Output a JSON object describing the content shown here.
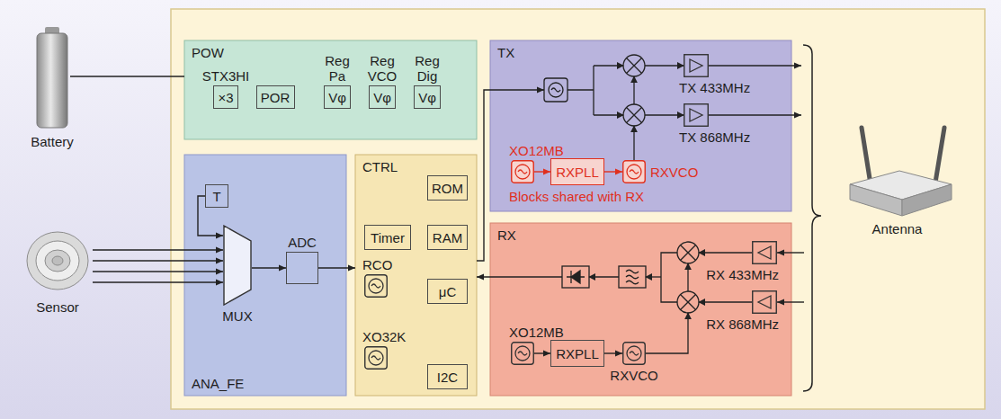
{
  "diagram": {
    "nodes": [
      {
        "text": [
          "Battery"
        ]
      },
      {
        "text": [
          "Sensor"
        ]
      },
      {
        "text": [
          "Antenna"
        ]
      },
      {
        "text": [
          "POW"
        ]
      },
      {
        "text": [
          "STX3HI",
          "×3"
        ],
        "in": 3
      },
      {
        "text": [
          "POR"
        ],
        "in": 3
      },
      {
        "text": [
          "Reg Pa",
          "Vφ"
        ],
        "in": 3
      },
      {
        "text": [
          "Reg VCO",
          "Vφ"
        ],
        "in": 3
      },
      {
        "text": [
          "Reg Dig",
          "Vφ"
        ],
        "in": 3
      },
      {
        "text": [
          "ANA_FE"
        ]
      },
      {
        "text": [
          "T"
        ],
        "in": 9
      },
      {
        "text": [
          "MUX"
        ],
        "in": 9
      },
      {
        "text": [
          "ADC"
        ],
        "in": 9
      },
      {
        "text": [
          "CTRL"
        ]
      },
      {
        "text": [
          "ROM"
        ],
        "in": 13
      },
      {
        "text": [
          "Timer"
        ],
        "in": 13
      },
      {
        "text": [
          "RAM"
        ],
        "in": 13
      },
      {
        "text": [
          "RCO"
        ],
        "in": 13
      },
      {
        "text": [
          "μC"
        ],
        "in": 13
      },
      {
        "text": [
          "XO32K"
        ],
        "in": 13
      },
      {
        "text": [
          "I2C"
        ],
        "in": 13
      },
      {
        "text": [
          "TX"
        ]
      },
      {
        "text": [
          "TX 433MHz"
        ],
        "in": 21
      },
      {
        "text": [
          "TX 868MHz"
        ],
        "in": 21
      },
      {
        "text": [
          "XO12MB"
        ],
        "in": 21
      },
      {
        "text": [
          "RXPLL"
        ],
        "in": 21
      },
      {
        "text": [
          "RXVCO"
        ],
        "in": 21
      },
      {
        "text": [
          "RX"
        ]
      },
      {
        "text": [
          "RX 433MHz"
        ],
        "in": 27
      },
      {
        "text": [
          "RX 868MHz"
        ],
        "in": 27
      },
      {
        "text": [
          "XO12MB"
        ],
        "in": 27
      },
      {
        "text": [
          "RXPLL"
        ],
        "in": 27
      },
      {
        "text": [
          "RXVCO"
        ],
        "in": 27
      }
    ],
    "edges": [
      {
        "from": 0,
        "to": 3,
        "arrow": "none"
      },
      {
        "from": 1,
        "to": 11,
        "arrow": "to"
      },
      {
        "from": 10,
        "to": 11,
        "arrow": "to"
      },
      {
        "from": 11,
        "to": 12,
        "arrow": "to"
      },
      {
        "from": 12,
        "to": 13,
        "arrow": "to"
      },
      {
        "from": 13,
        "to": 21,
        "arrow": "to"
      },
      {
        "from": 24,
        "to": 25,
        "arrow": "to"
      },
      {
        "from": 25,
        "to": 26,
        "arrow": "to"
      },
      {
        "from": 22,
        "to": 2,
        "arrow": "to"
      },
      {
        "from": 23,
        "to": 2,
        "arrow": "to"
      },
      {
        "from": 2,
        "to": 28,
        "arrow": "to"
      },
      {
        "from": 2,
        "to": 29,
        "arrow": "to"
      },
      {
        "from": 30,
        "to": 31,
        "arrow": "to"
      },
      {
        "from": 31,
        "to": 32,
        "arrow": "to"
      },
      {
        "from": 27,
        "to": 13,
        "arrow": "to"
      }
    ],
    "labels": [
      "Blocks shared with RX"
    ]
  }
}
